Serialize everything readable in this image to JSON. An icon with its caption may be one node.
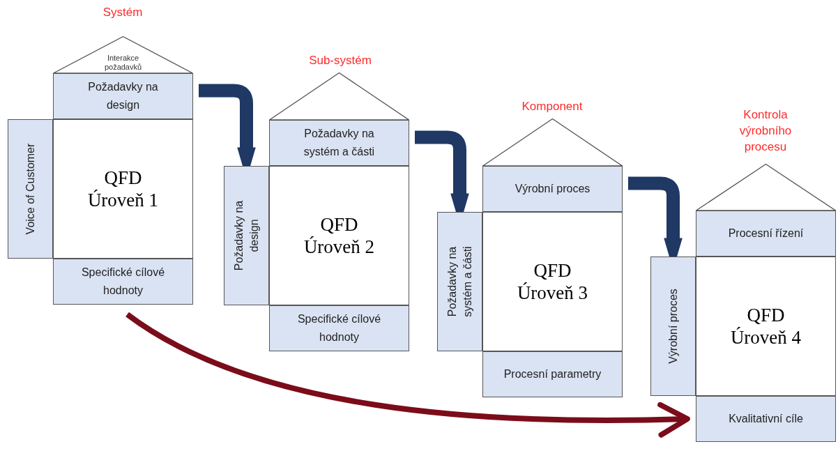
{
  "diagram": {
    "nodes": [
      {
        "text": [
          "Interakce požadavků"
        ],
        "beside": [
          "Systém"
        ]
      },
      {
        "text": [
          "Požadavky na design"
        ]
      },
      {
        "text": [
          "Voice of Customer"
        ]
      },
      {
        "text": [
          "QFD",
          "Úroveň 1"
        ]
      },
      {
        "text": [
          "Specifické cílové hodnoty"
        ]
      },
      {
        "text": [],
        "shape": "triangle",
        "beside": [
          "Sub-systém"
        ]
      },
      {
        "text": [
          "Požadavky na systém a části"
        ]
      },
      {
        "text": [
          "Požadavky na design"
        ]
      },
      {
        "text": [
          "QFD",
          "Úroveň 2"
        ]
      },
      {
        "text": [
          "Specifické cílové hodnoty"
        ]
      },
      {
        "text": [],
        "shape": "triangle",
        "beside": [
          "Komponent"
        ]
      },
      {
        "text": [
          "Výrobní proces"
        ]
      },
      {
        "text": [
          "Požadavky na systém a části"
        ]
      },
      {
        "text": [
          "QFD",
          "Úroveň 3"
        ]
      },
      {
        "text": [
          "Procesní parametry"
        ]
      },
      {
        "text": [],
        "shape": "triangle",
        "beside": [
          "Kontrola výrobního procesu"
        ]
      },
      {
        "text": [
          "Procesní řízení"
        ]
      },
      {
        "text": [
          "Výrobní proces"
        ]
      },
      {
        "text": [
          "QFD",
          "Úroveň 4"
        ]
      },
      {
        "text": [
          "Kvalitativní cíle"
        ]
      }
    ],
    "edges": [
      {
        "from": 1,
        "to": 7,
        "arrow": "to"
      },
      {
        "from": 6,
        "to": 12,
        "arrow": "to"
      },
      {
        "from": 11,
        "to": 17,
        "arrow": "to"
      },
      {
        "from": 4,
        "to": 19,
        "arrow": "to",
        "color": "#7b0c1a"
      }
    ]
  }
}
